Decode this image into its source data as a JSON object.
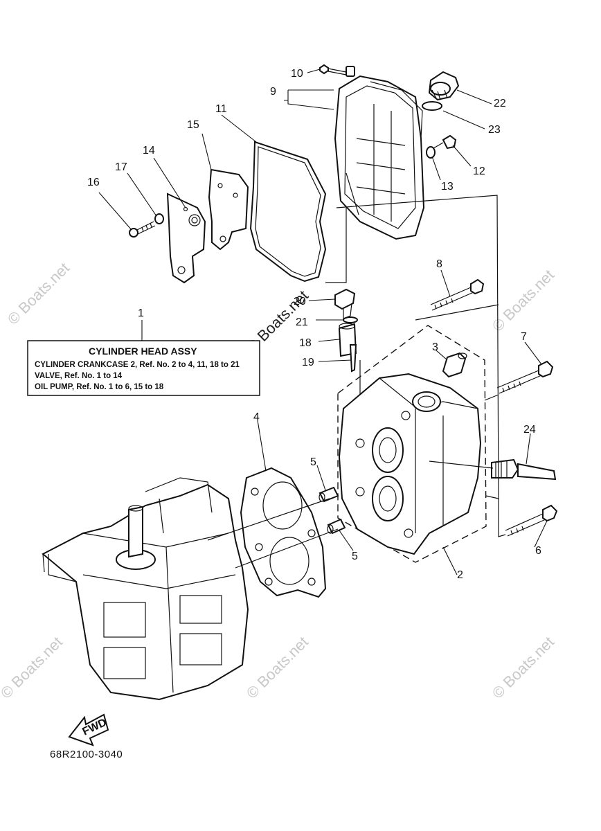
{
  "part_number": "68R2100-3040",
  "watermark": "© Boats.net",
  "fwd_label": "FWD",
  "legend": {
    "callout": "1",
    "title": "CYLINDER HEAD ASSY",
    "lines": [
      "CYLINDER CRANKCASE 2,  Ref. No. 2 to 4, 11, 18 to 21",
      "VALVE,  Ref. No. 1 to 14",
      "OIL PUMP,  Ref. No. 1 to 6, 15 to 18"
    ]
  },
  "callouts": {
    "c2": "2",
    "c3": "3",
    "c4": "4",
    "c5a": "5",
    "c5b": "5",
    "c6": "6",
    "c7": "7",
    "c8": "8",
    "c9": "9",
    "c10": "10",
    "c11": "11",
    "c12": "12",
    "c13": "13",
    "c14": "14",
    "c15": "15",
    "c16": "16",
    "c17": "17",
    "c18": "18",
    "c19": "19",
    "c20": "20",
    "c21": "21",
    "c22": "22",
    "c23": "23",
    "c24": "24"
  }
}
